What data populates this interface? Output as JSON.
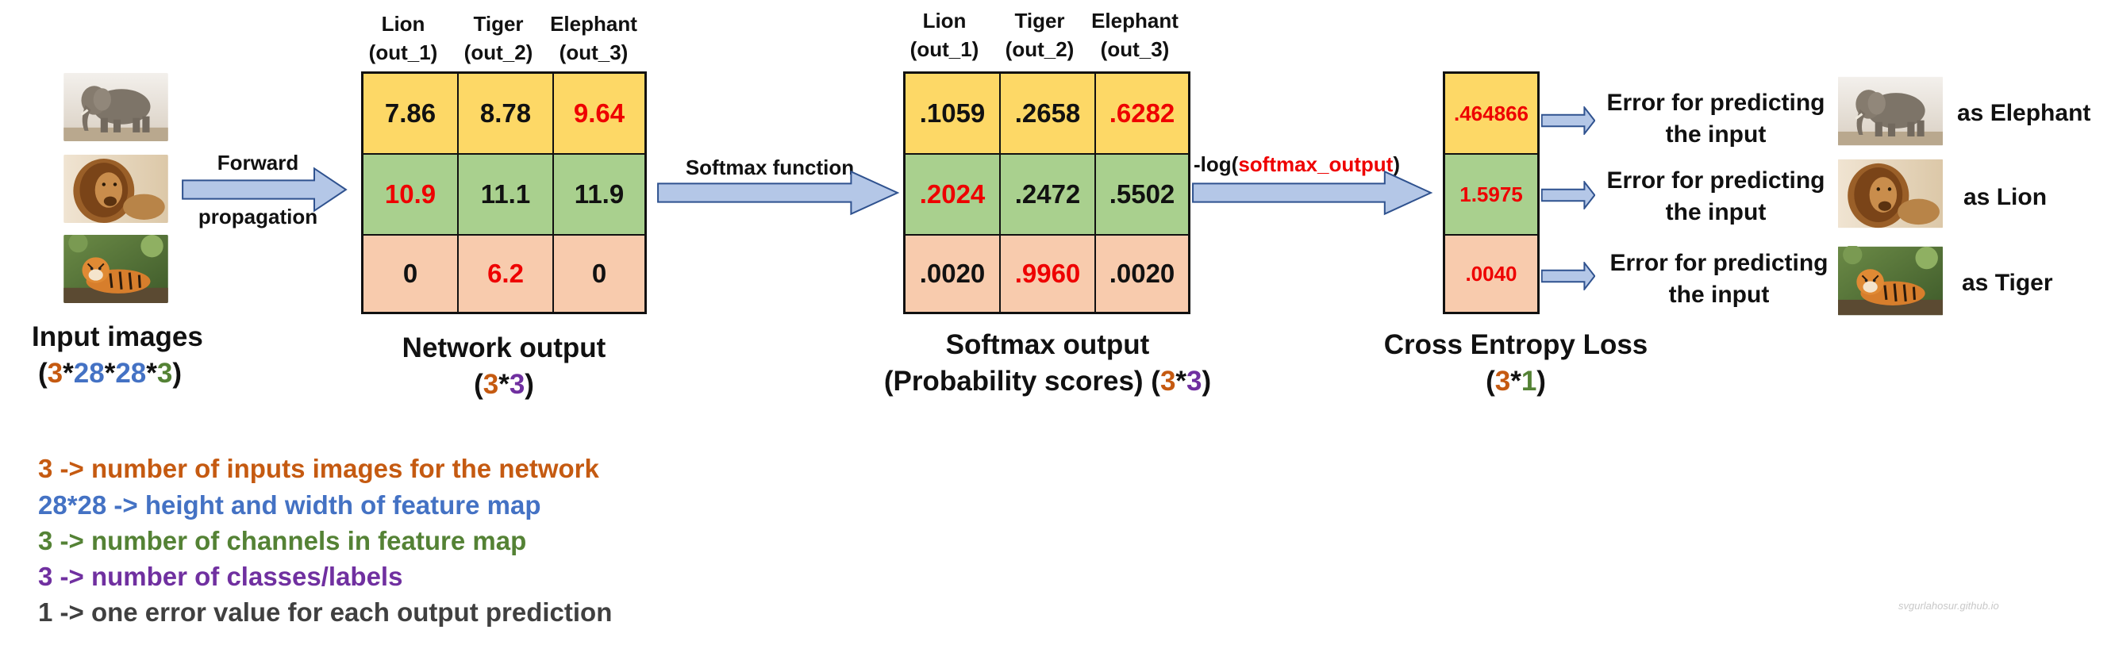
{
  "input_section": {
    "title": "Input images",
    "dims": [
      "(",
      "3",
      "*",
      "28",
      "*",
      "28",
      "*",
      "3",
      ")"
    ]
  },
  "forward_arrow": {
    "top": "Forward",
    "bottom": "propagation"
  },
  "network_output": {
    "columns": [
      {
        "name": "Lion",
        "sub": "(out_1)"
      },
      {
        "name": "Tiger",
        "sub": "(out_2)"
      },
      {
        "name": "Elephant",
        "sub": "(out_3)"
      }
    ],
    "rows": [
      [
        "7.86",
        "8.78",
        "9.64"
      ],
      [
        "10.9",
        "11.1",
        "11.9"
      ],
      [
        "0",
        "6.2",
        "0"
      ]
    ],
    "title": "Network output",
    "dims": [
      "(",
      "3",
      "*",
      "3",
      ")"
    ]
  },
  "softmax_arrow": {
    "label": "Softmax function"
  },
  "softmax_output": {
    "columns": [
      {
        "name": "Lion",
        "sub": "(out_1)"
      },
      {
        "name": "Tiger",
        "sub": "(out_2)"
      },
      {
        "name": "Elephant",
        "sub": "(out_3)"
      }
    ],
    "rows": [
      [
        ".1059",
        ".2658",
        ".6282"
      ],
      [
        ".2024",
        ".2472",
        ".5502"
      ],
      [
        ".0020",
        ".9960",
        ".0020"
      ]
    ],
    "title": "Softmax output",
    "subtitle": "(Probability scores) ",
    "dims": [
      "(",
      "3",
      "*",
      "3",
      ")"
    ]
  },
  "loss_arrow": {
    "prefix": "-log(",
    "highlight": "softmax_output",
    "suffix": ")"
  },
  "cross_entropy": {
    "values": [
      ".464866",
      "1.5975",
      ".0040"
    ],
    "title": "Cross Entropy Loss",
    "dims": [
      "(",
      "3",
      "*",
      "1",
      ")"
    ]
  },
  "errors": [
    {
      "line1": "Error for predicting",
      "line2": "the input",
      "as": "as Elephant"
    },
    {
      "line1": "Error for predicting",
      "line2": "the input",
      "as": "as Lion"
    },
    {
      "line1": "Error for predicting",
      "line2": "the input",
      "as": "as Tiger"
    }
  ],
  "legend": [
    "3 ->  number of inputs images for the network",
    "28*28 -> height and width of feature map",
    "3 -> number of channels in feature map",
    "3 -> number of classes/labels",
    "1 -> one error value for each output prediction"
  ],
  "watermark": "svgurlahosur.github.io",
  "colors": {
    "row_yellow": "#FDD866",
    "row_green": "#A9D08E",
    "row_peach": "#F8CBAD",
    "highlight_red": "#EE0000",
    "orange": "#C55A11",
    "blue": "#4472C4",
    "green": "#548235",
    "purple": "#7030A0",
    "arrow_fill": "#B4C7E7",
    "arrow_stroke": "#2F528F"
  },
  "icons": [
    "elephant-photo",
    "lion-photo",
    "tiger-photo",
    "right-arrow-icon"
  ]
}
